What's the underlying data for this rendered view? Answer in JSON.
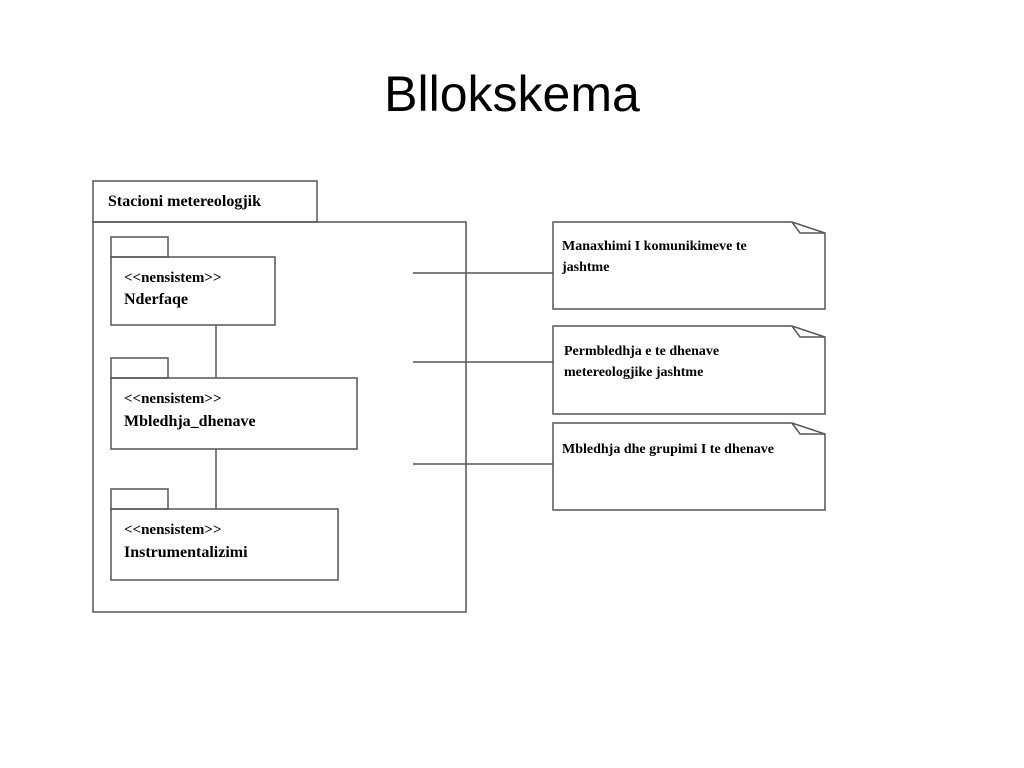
{
  "title": "Bllokskema",
  "package": {
    "name": "Stacioni metereologjik"
  },
  "subsystems": [
    {
      "stereotype": "<<nensistem>>",
      "name": "Nderfaqe"
    },
    {
      "stereotype": "<<nensistem>>",
      "name": "Mbledhja_dhenave"
    },
    {
      "stereotype": "<<nensistem>>",
      "name": "Instrumentalizimi"
    }
  ],
  "notes": [
    {
      "text": "Manaxhimi I komunikimeve te jashtme"
    },
    {
      "text": "Permbledhja e te dhenave metereologjike jashtme"
    },
    {
      "text": "Mbledhja dhe grupimi I te dhenave"
    }
  ]
}
